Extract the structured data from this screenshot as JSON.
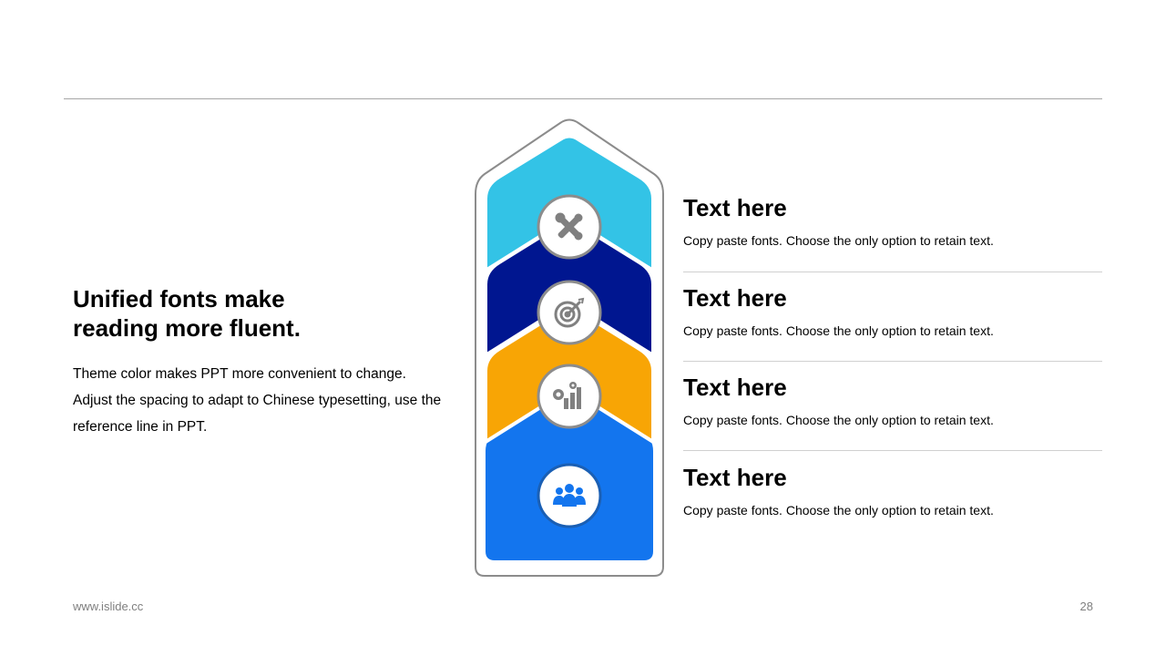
{
  "left": {
    "heading_line1": "Unified fonts make",
    "heading_line2": "reading more fluent.",
    "body_line1": "Theme color makes PPT more convenient to change.",
    "body_line2": "Adjust the spacing to adapt to Chinese typesetting, use the",
    "body_line3": "reference line in PPT."
  },
  "steps": [
    {
      "color": "#33c3e6",
      "icon": "tools-icon",
      "title": "Text here",
      "desc": "Copy paste fonts. Choose the only option to retain text."
    },
    {
      "color": "#001690",
      "icon": "target-icon",
      "title": "Text here",
      "desc": "Copy paste fonts. Choose the only option to retain text."
    },
    {
      "color": "#f8a505",
      "icon": "chart-gears-icon",
      "title": "Text here",
      "desc": "Copy paste fonts. Choose the only option to retain text."
    },
    {
      "color": "#1375ee",
      "icon": "team-icon",
      "title": "Text here",
      "desc": "Copy paste fonts. Choose the only option to retain text."
    }
  ],
  "footer": {
    "url": "www.islide.cc",
    "page_number": "28"
  }
}
